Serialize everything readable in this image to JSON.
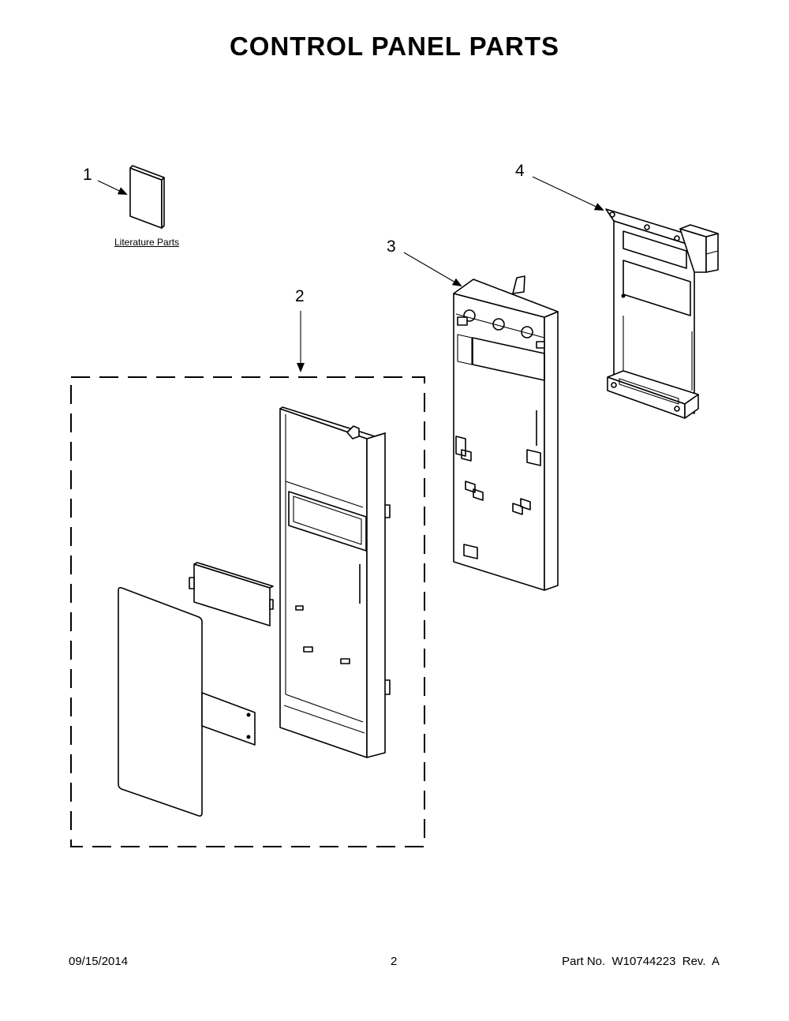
{
  "page": {
    "title": "CONTROL PANEL PARTS"
  },
  "callouts": [
    {
      "id": "1",
      "label": "1"
    },
    {
      "id": "2",
      "label": "2"
    },
    {
      "id": "3",
      "label": "3"
    },
    {
      "id": "4",
      "label": "4"
    }
  ],
  "literature": {
    "label": "Literature Parts"
  },
  "footer": {
    "date": "09/15/2014",
    "page_number": "2",
    "part_number": "Part No.  W10744223  Rev.  A"
  }
}
